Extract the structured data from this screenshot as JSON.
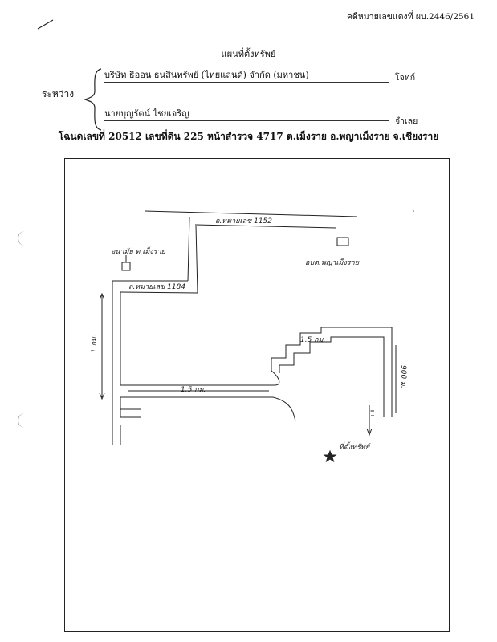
{
  "document": {
    "case_number": "คดีหมายเลขแดงที่ ผบ.2446/2561",
    "title": "แผนที่ตั้งทรัพย์",
    "between_label": "ระหว่าง",
    "plaintiff": {
      "name": "บริษัท ธิออน ธนสินทรัพย์ (ไทยแลนด์) จำกัด (มหาชน)",
      "role": "โจทก์"
    },
    "defendant": {
      "name": "นายบุญรัตน์ ไชยเจริญ",
      "role": "จำเลย"
    },
    "deed_line": "โฉนดเลขที่ 20512 เลขที่ดิน 225 หน้าสำรวจ 4717 ต.เม็งราย อ.พญาเม็งราย จ.เชียงราย"
  },
  "map": {
    "road_top": "ถ.หมายเลข 1152",
    "road_left": "ถ.หมายเลข 1184",
    "office_left": "อนามัย ต.เม็งราย",
    "office_right": "อบต.พญาเม็งราย",
    "dist_vertical": "1 กม.",
    "dist_bottom": "1.5 กม.",
    "dist_step": "1.5 กม.",
    "dist_right": "900 ม.",
    "property_label": "ที่ตั้งทรัพย์"
  }
}
